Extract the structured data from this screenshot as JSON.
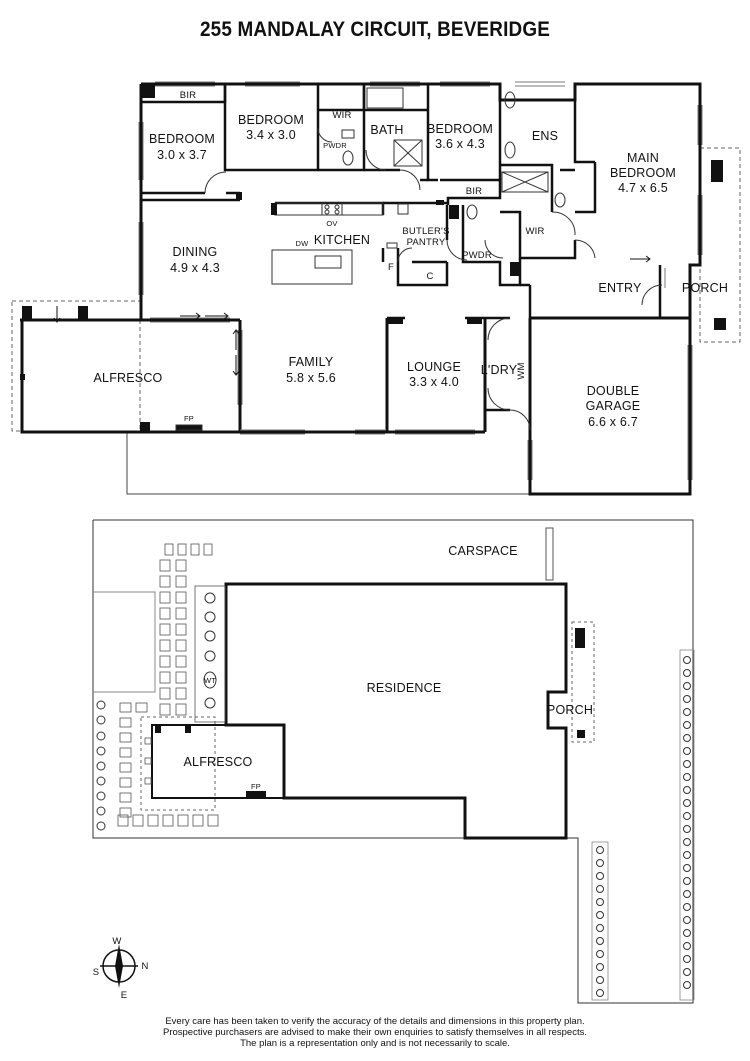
{
  "title": "255 MANDALAY CIRCUIT, BEVERIDGE",
  "floor_plan": {
    "rooms": [
      {
        "name": "BEDROOM",
        "dims": "3.0 x 3.7"
      },
      {
        "name": "BEDROOM",
        "dims": "3.4 x 3.0"
      },
      {
        "name": "BATH"
      },
      {
        "name": "BEDROOM",
        "dims": "3.6 x 4.3"
      },
      {
        "name": "ENS"
      },
      {
        "name": "MAIN",
        "name2": "BEDROOM",
        "dims": "4.7 x 6.5"
      },
      {
        "name": "DINING",
        "dims": "4.9 x 4.3"
      },
      {
        "name": "KITCHEN"
      },
      {
        "name": "BUTLER'S",
        "name2": "PANTRY"
      },
      {
        "name": "ALFRESCO"
      },
      {
        "name": "FAMILY",
        "dims": "5.8 x 5.6"
      },
      {
        "name": "LOUNGE",
        "dims": "3.3 x 4.0"
      },
      {
        "name": "L'DRY"
      },
      {
        "name": "DOUBLE",
        "name2": "GARAGE",
        "dims": "6.6 x 6.7"
      },
      {
        "name": "ENTRY"
      },
      {
        "name": "PORCH"
      }
    ],
    "fixtures": {
      "bir1": "BIR",
      "bir2": "BIR",
      "wir1": "WIR",
      "wir2": "WIR",
      "pwdr1": "PWDR",
      "pwdr2": "PWDR",
      "ov": "OV",
      "dw": "DW",
      "f": "F",
      "c": "C",
      "wm": "WM",
      "fp": "FP"
    }
  },
  "site_plan": {
    "carspace": "CARSPACE",
    "residence": "RESIDENCE",
    "porch": "PORCH",
    "alfresco": "ALFRESCO",
    "fp": "FP",
    "wt": "WT"
  },
  "compass": {
    "n": "N",
    "s": "S",
    "e": "E",
    "w": "W"
  },
  "disclaimer": [
    "Every care has been taken to verify the accuracy of the details and dimensions in this property plan.",
    "Prospective purchasers are advised to make their own enquiries to satisfy themselves in all respects.",
    "The plan is a representation only and is not necessarily to scale."
  ]
}
